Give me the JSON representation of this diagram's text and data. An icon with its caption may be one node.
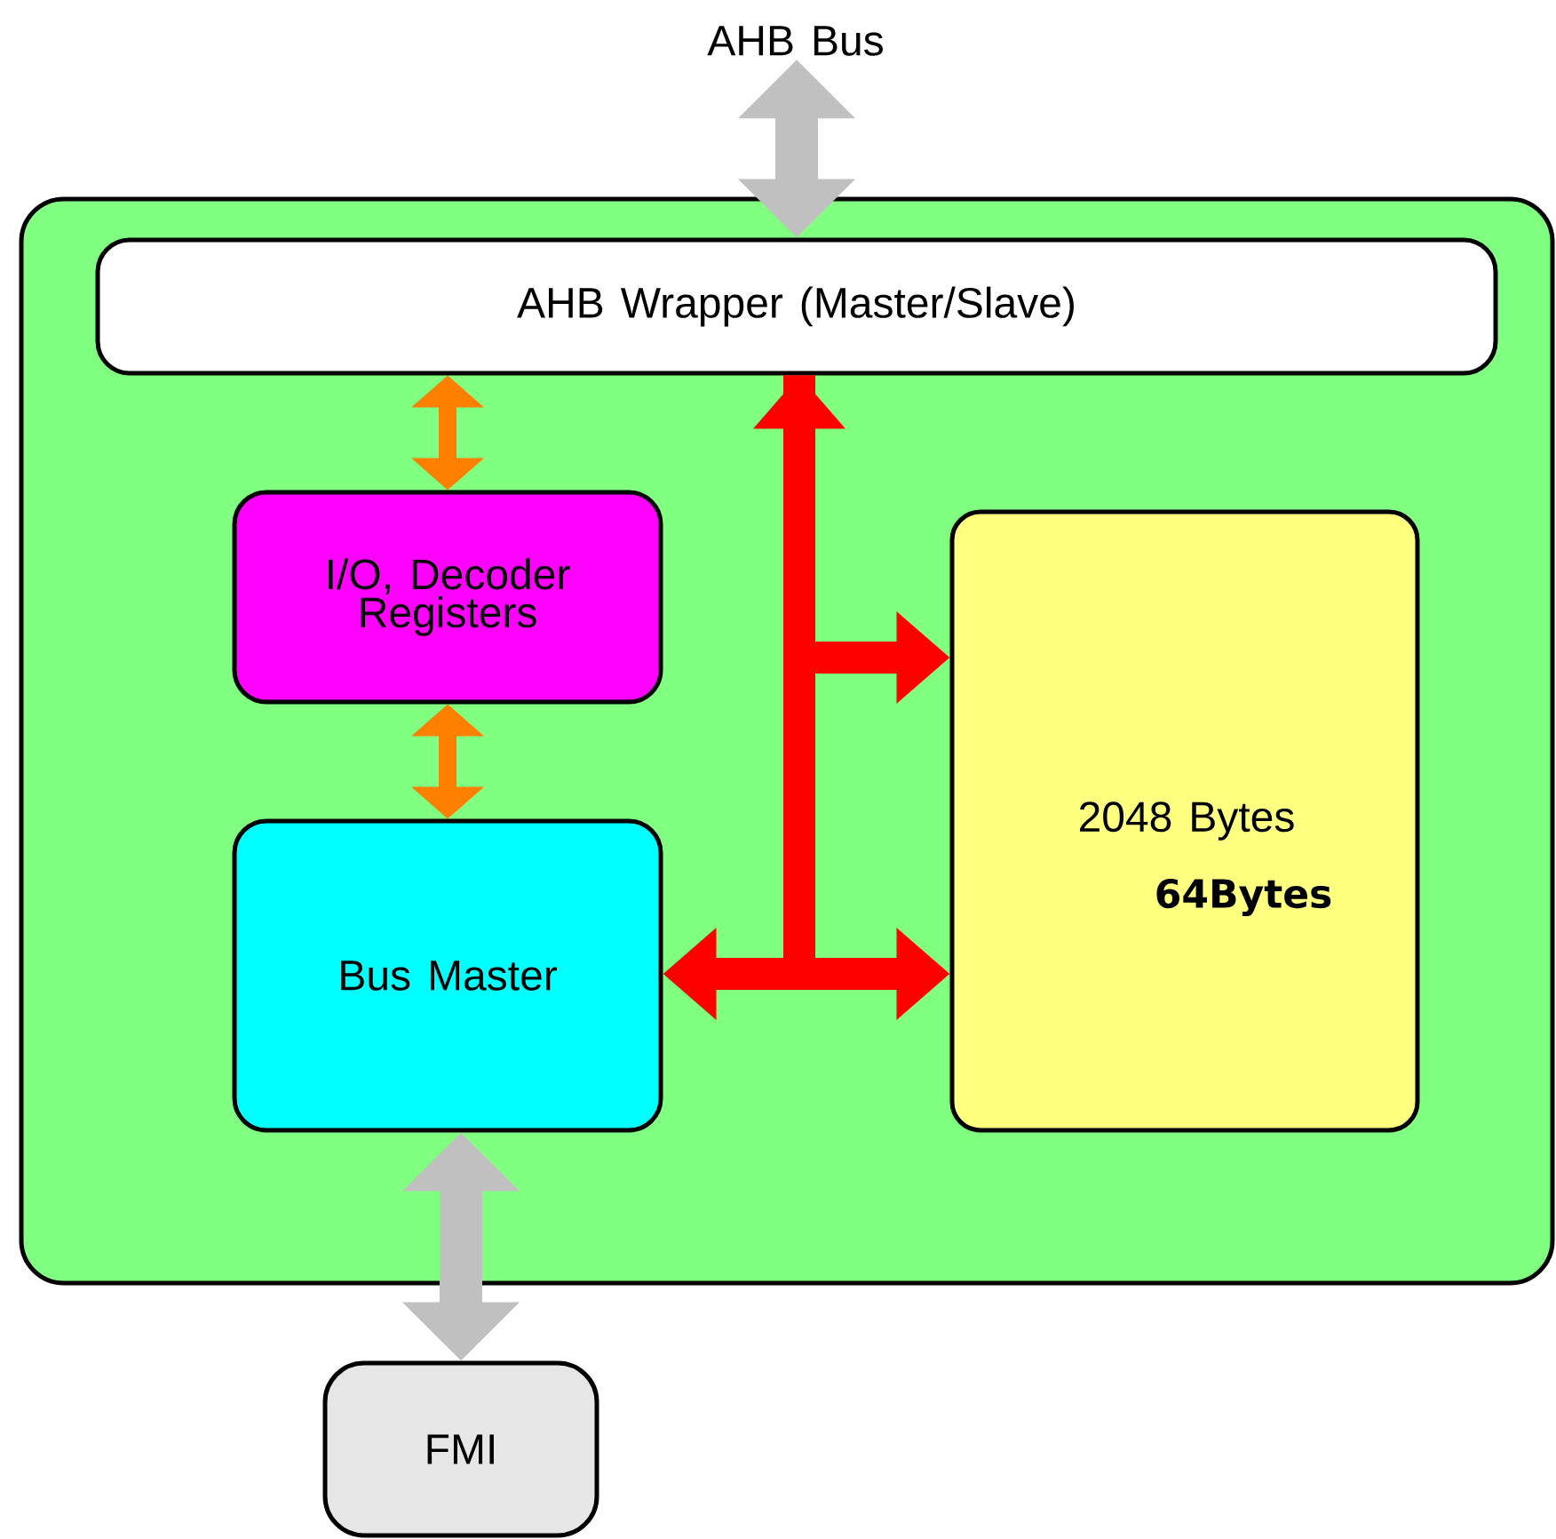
{
  "diagram": {
    "nodes": [
      {
        "text": [
          "AHB Bus"
        ]
      },
      {
        "text": [],
        "shape": "box"
      },
      {
        "text": [
          "AHB Wrapper (Master/Slave)"
        ],
        "in": 1
      },
      {
        "text": [
          "I/O, Decoder Registers"
        ],
        "in": 1
      },
      {
        "text": [
          "Bus Master"
        ],
        "in": 1
      },
      {
        "text": [
          "2048 Bytes",
          "64Bytes"
        ],
        "in": 1
      },
      {
        "text": [
          "FMI"
        ]
      }
    ],
    "edges": [
      {
        "from": 0,
        "to": 2,
        "arrow": "both",
        "color": "#c0c0c0"
      },
      {
        "from": 2,
        "to": 3,
        "arrow": "both",
        "color": "#ff8000"
      },
      {
        "from": 3,
        "to": 4,
        "arrow": "both",
        "color": "#ff8000"
      },
      {
        "from": 2,
        "to": 5,
        "arrow": "both",
        "color": "#ff0000"
      },
      {
        "from": 2,
        "to": 5,
        "arrow": "to",
        "color": "#ff0000"
      },
      {
        "from": 2,
        "to": 4,
        "arrow": "to",
        "color": "#ff0000"
      },
      {
        "from": 4,
        "to": 6,
        "arrow": "both",
        "color": "#c0c0c0"
      }
    ]
  }
}
